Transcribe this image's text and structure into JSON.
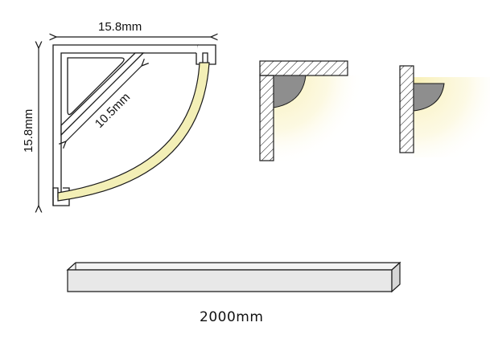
{
  "dimensions": {
    "width_label": "15.8mm",
    "height_label": "15.8mm",
    "diagonal_label": "10.5mm",
    "length_label": "2000mm"
  },
  "colors": {
    "line": "#1a1a1a",
    "led_strip": "#f3efb6",
    "led_glow": "#fbf6cc",
    "diffuser_shadow": "#8e8e8e",
    "bar_fill": "#e8e8e8"
  }
}
